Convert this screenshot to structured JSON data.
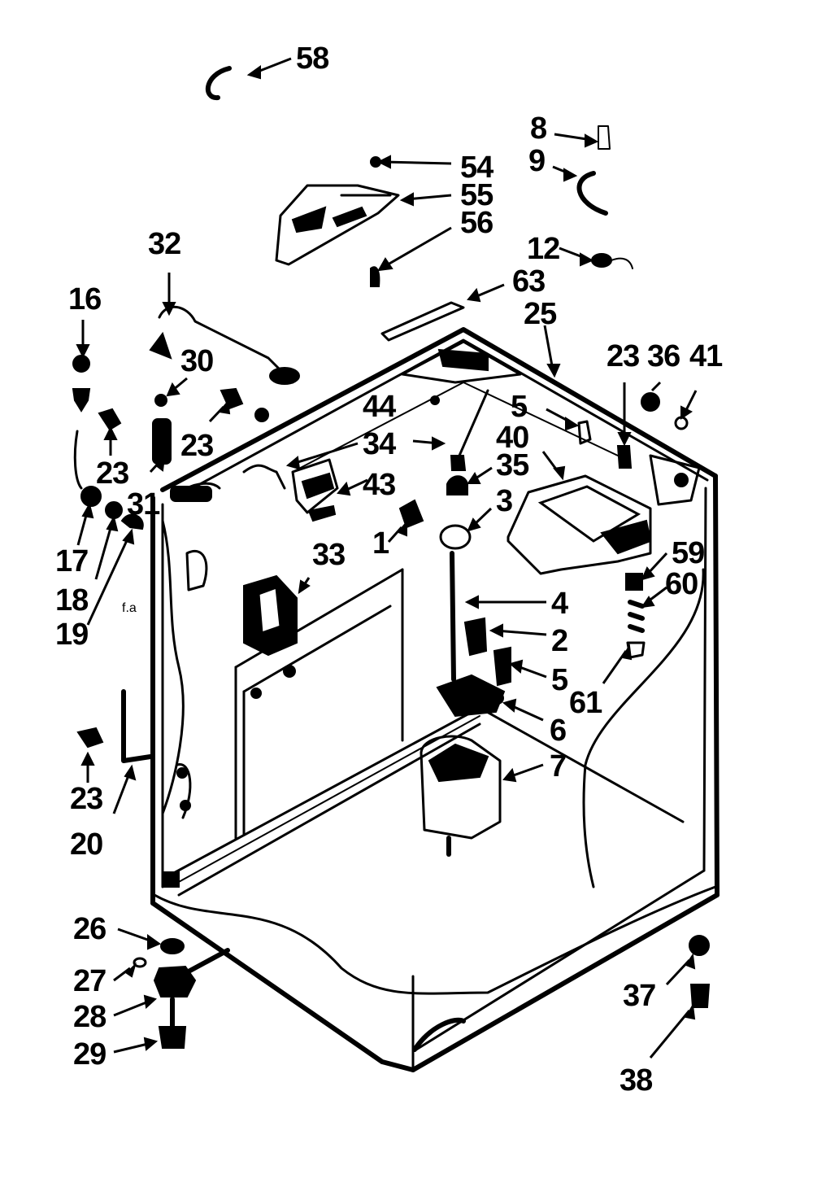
{
  "diagram": {
    "callouts": [
      {
        "id": "c58",
        "text": "58"
      },
      {
        "id": "c8",
        "text": "8"
      },
      {
        "id": "c9",
        "text": "9"
      },
      {
        "id": "c54",
        "text": "54"
      },
      {
        "id": "c55",
        "text": "55"
      },
      {
        "id": "c56",
        "text": "56"
      },
      {
        "id": "c12",
        "text": "12"
      },
      {
        "id": "c63",
        "text": "63"
      },
      {
        "id": "c25",
        "text": "25"
      },
      {
        "id": "c32",
        "text": "32"
      },
      {
        "id": "c16",
        "text": "16"
      },
      {
        "id": "c30",
        "text": "30"
      },
      {
        "id": "c23a",
        "text": "23"
      },
      {
        "id": "c23b",
        "text": "23"
      },
      {
        "id": "c31",
        "text": "31"
      },
      {
        "id": "c17",
        "text": "17"
      },
      {
        "id": "c18",
        "text": "18"
      },
      {
        "id": "c19",
        "text": "19"
      },
      {
        "id": "c44",
        "text": "44"
      },
      {
        "id": "c43",
        "text": "43"
      },
      {
        "id": "c34",
        "text": "34"
      },
      {
        "id": "c35",
        "text": "35"
      },
      {
        "id": "c3",
        "text": "3"
      },
      {
        "id": "c1",
        "text": "1"
      },
      {
        "id": "c33",
        "text": "33"
      },
      {
        "id": "c23c",
        "text": "23"
      },
      {
        "id": "c36",
        "text": "36"
      },
      {
        "id": "c41",
        "text": "41"
      },
      {
        "id": "c5a",
        "text": "5"
      },
      {
        "id": "c40",
        "text": "40"
      },
      {
        "id": "c59",
        "text": "59"
      },
      {
        "id": "c60",
        "text": "60"
      },
      {
        "id": "c4",
        "text": "4"
      },
      {
        "id": "c2",
        "text": "2"
      },
      {
        "id": "c5b",
        "text": "5"
      },
      {
        "id": "c61",
        "text": "61"
      },
      {
        "id": "c6",
        "text": "6"
      },
      {
        "id": "c7",
        "text": "7"
      },
      {
        "id": "c23d",
        "text": "23"
      },
      {
        "id": "c20",
        "text": "20"
      },
      {
        "id": "c26",
        "text": "26"
      },
      {
        "id": "c27",
        "text": "27"
      },
      {
        "id": "c28",
        "text": "28"
      },
      {
        "id": "c29",
        "text": "29"
      },
      {
        "id": "c37",
        "text": "37"
      },
      {
        "id": "c38",
        "text": "38"
      }
    ],
    "small_marks": [
      {
        "id": "mfa",
        "text": "f.a"
      }
    ]
  }
}
